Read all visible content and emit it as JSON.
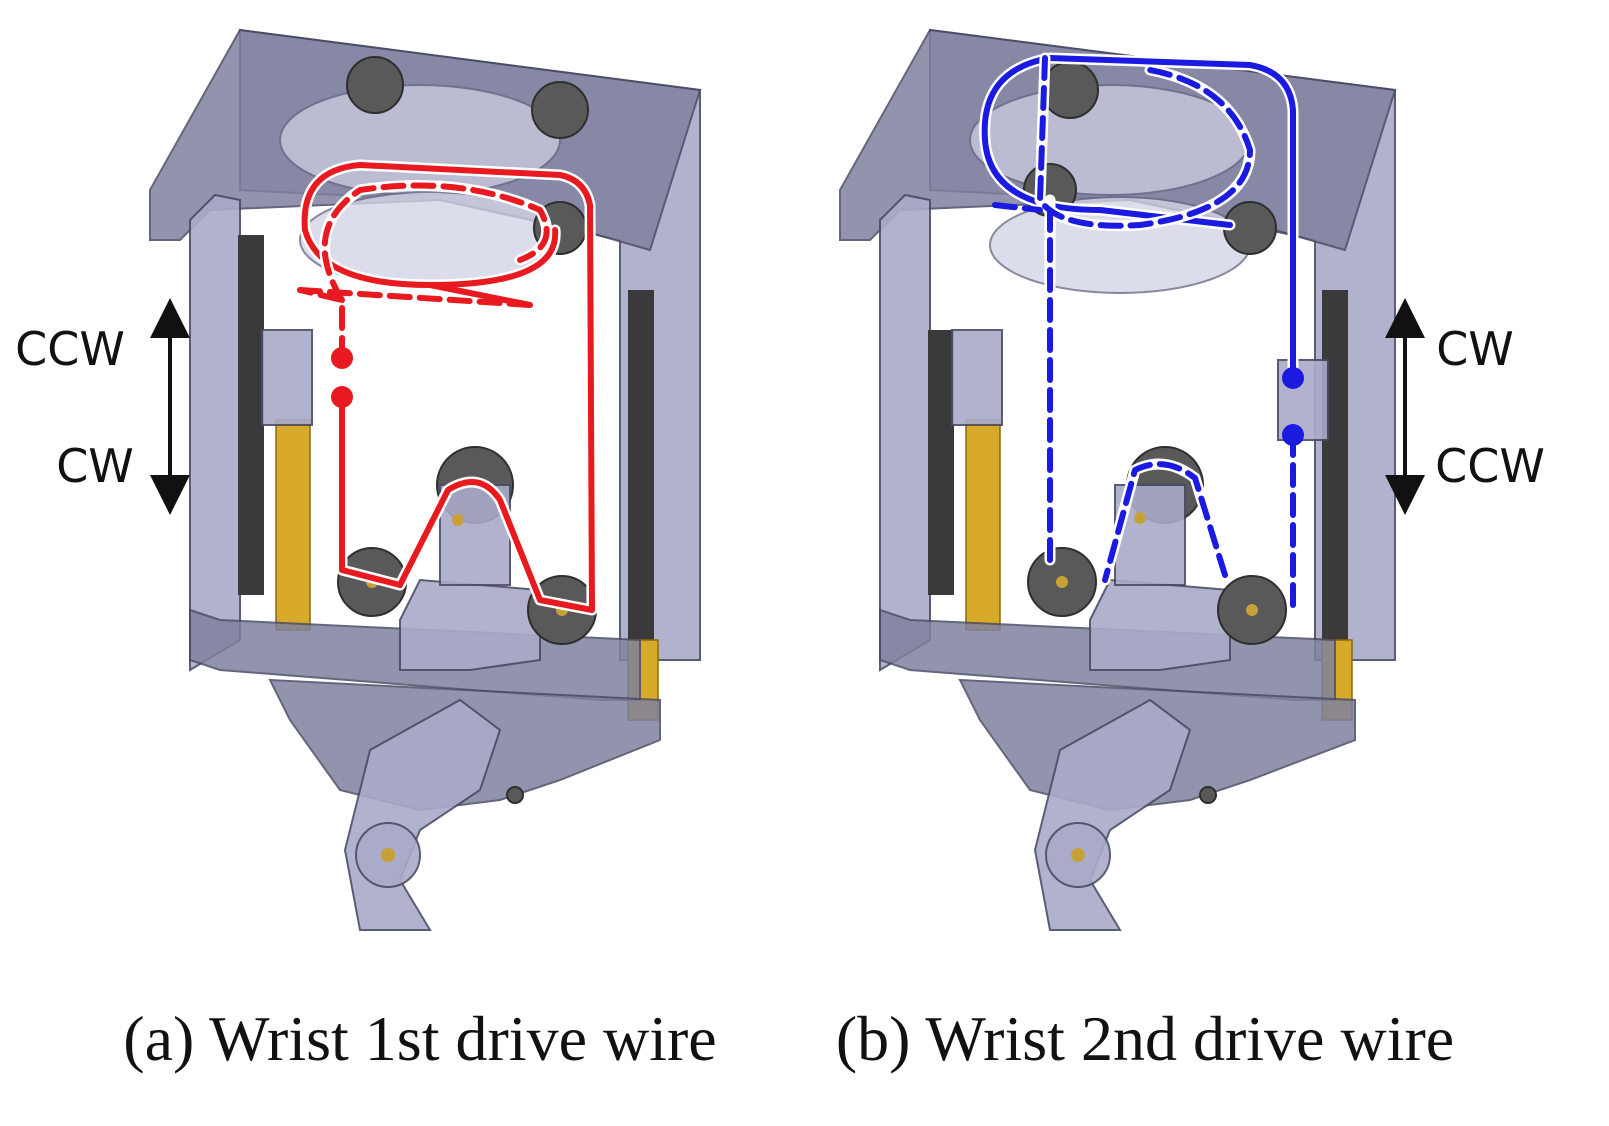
{
  "panels": [
    {
      "caption": "(a) Wrist 1st drive wire",
      "wire_color": "#e8191f",
      "direction_labels": {
        "up": "CCW",
        "down": "CW"
      }
    },
    {
      "caption": "(b) Wrist 2nd drive wire",
      "wire_color": "#1a1ae0",
      "direction_labels": {
        "up": "CW",
        "down": "CCW"
      }
    }
  ],
  "colors": {
    "frame": "#a9abc9",
    "frame_dark": "#7f819f",
    "frame_edge": "#4a4c66",
    "rod": "#d8aa2a",
    "pulley": "#595959",
    "bearing": "#c7a138",
    "rail": "#3a3a3a"
  }
}
